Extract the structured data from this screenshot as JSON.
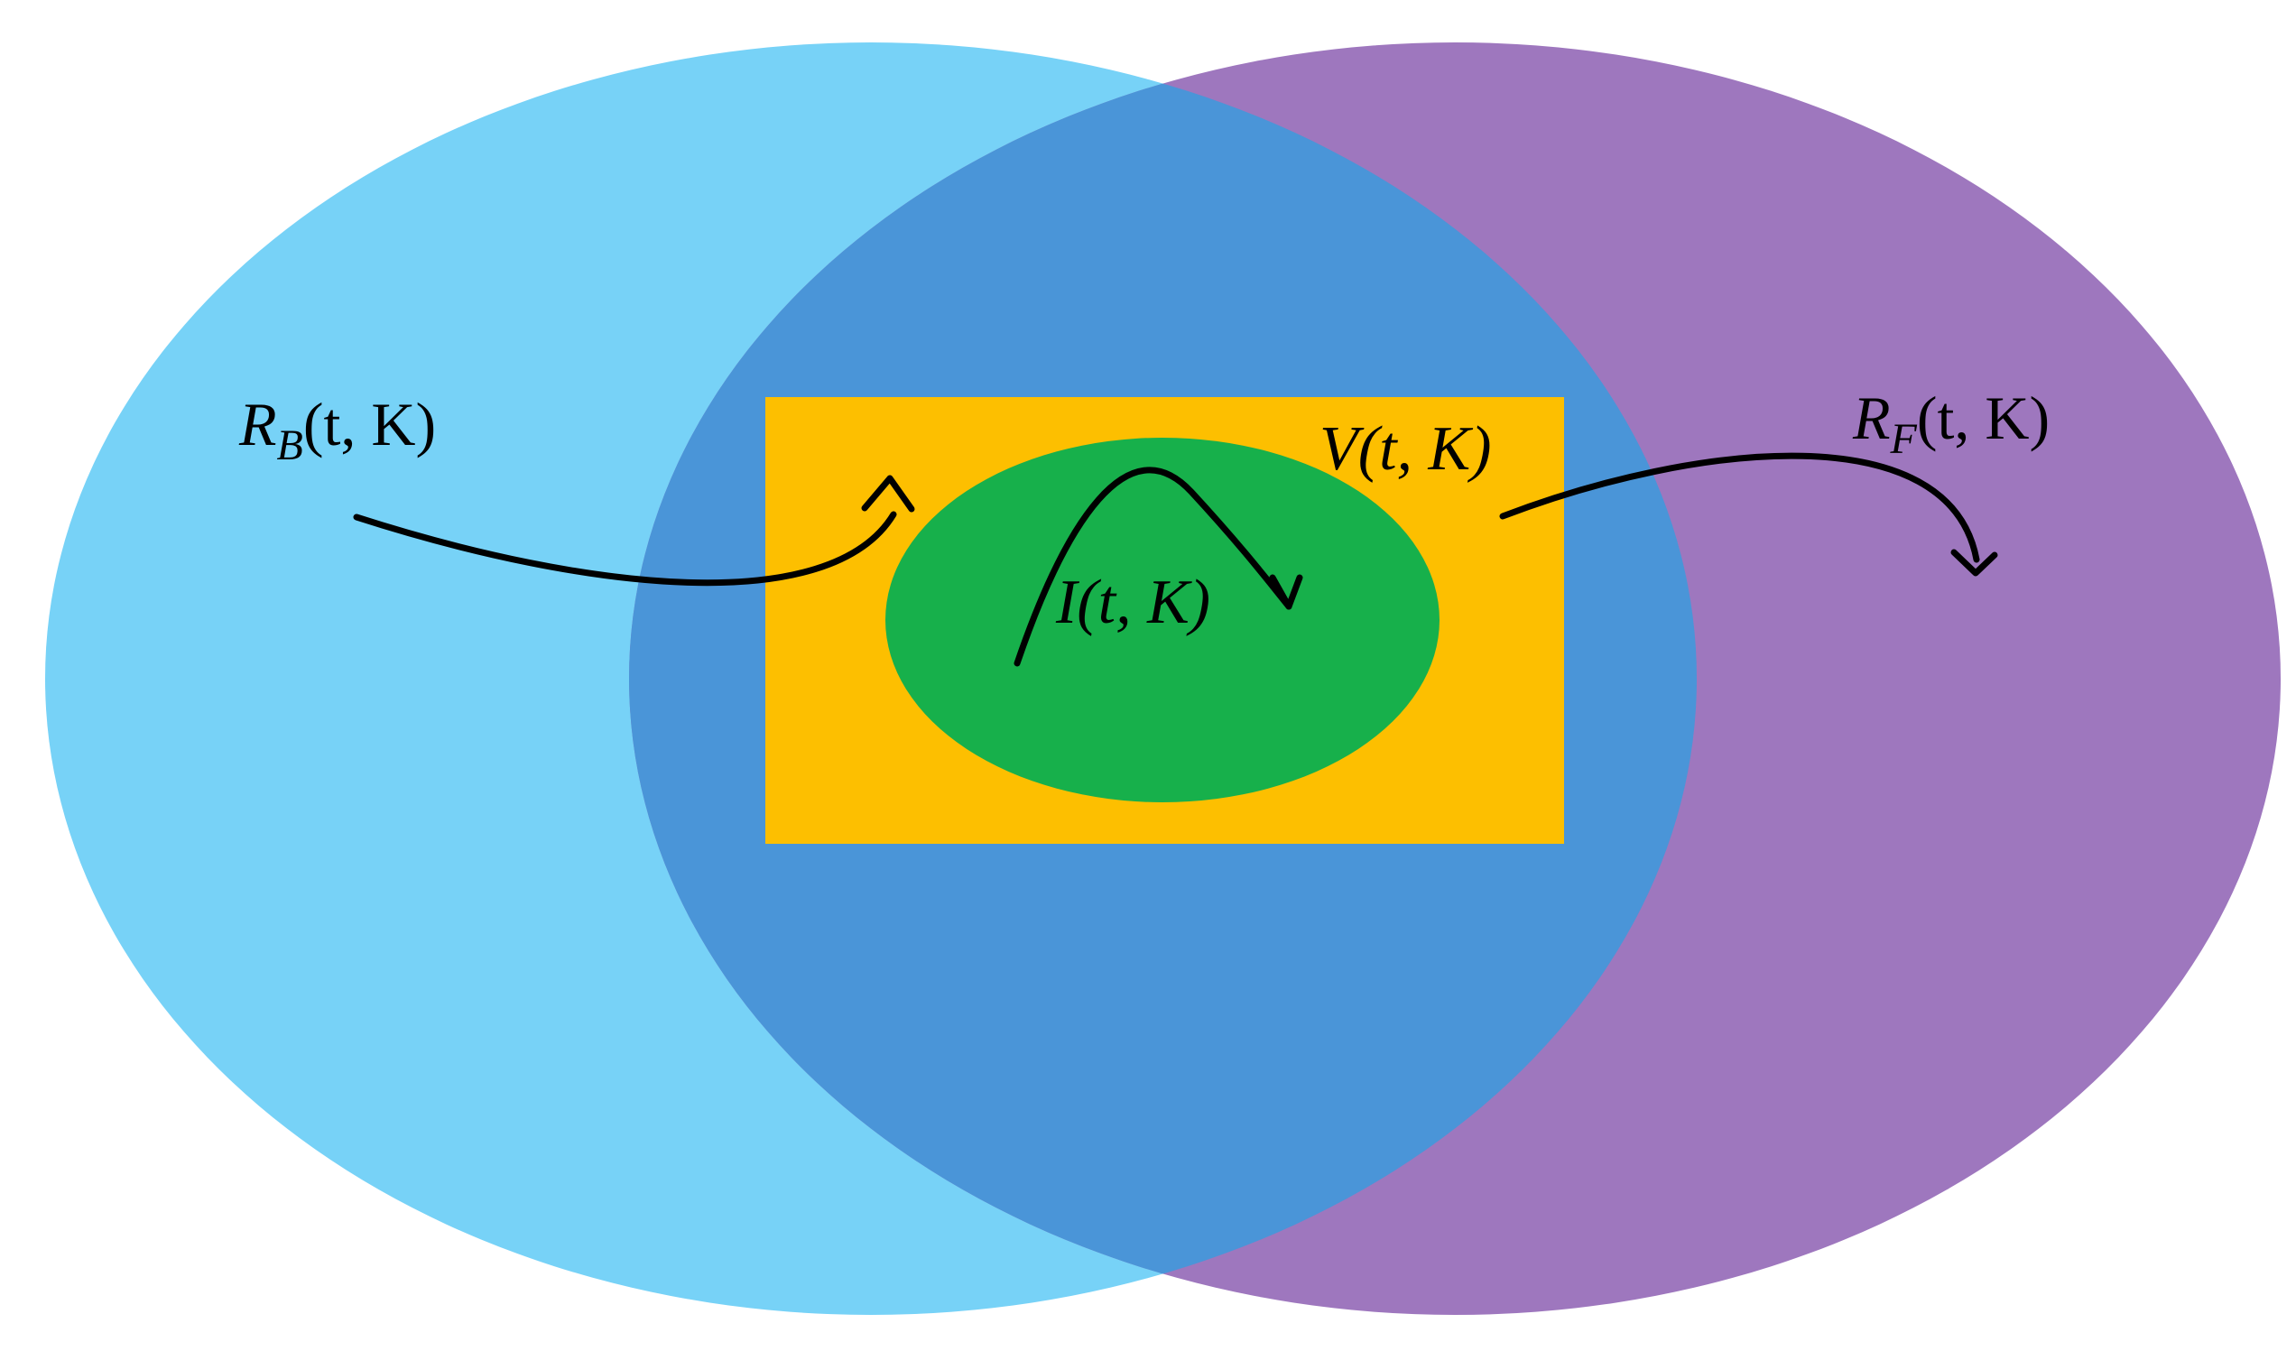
{
  "colors": {
    "background": "#ffffff",
    "set_b": "#77d2f7",
    "set_f": "#9e77be",
    "overlap": "#4a95d8",
    "rectangle_v": "#fdbf00",
    "ellipse_i": "#17b04b",
    "arrow": "#000000"
  },
  "labels": {
    "rb": {
      "main": "R",
      "sub": "B",
      "args": "(t, K)"
    },
    "rf": {
      "main": "R",
      "sub": "F",
      "args": "(t, K)"
    },
    "v": {
      "text": "V(t, K)"
    },
    "i": {
      "text": "I(t, K)"
    }
  }
}
